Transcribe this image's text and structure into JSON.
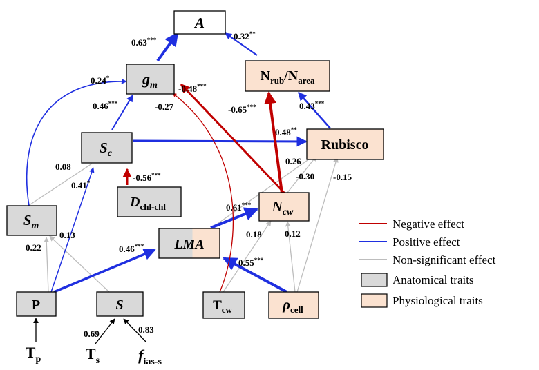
{
  "colors": {
    "negative": "#c00000",
    "positive": "#1f2fe0",
    "nonsig": "#bdbdbd",
    "anatomical_fill": "#d9d9d9",
    "physiological_fill": "#fbe2d0",
    "border": "#000000"
  },
  "nodes": {
    "A": "A",
    "gm": "g",
    "gm_sub": "m",
    "nrub_a": "N",
    "nrub_a_sub": "rub",
    "nrub_slash": "/",
    "nrub_b": "N",
    "nrub_b_sub": "area",
    "sc": "S",
    "sc_sub": "c",
    "rubisco": "Rubisco",
    "dchl": "D",
    "dchl_sub": "chl-chl",
    "sm": "S",
    "sm_sub": "m",
    "ncw": "N",
    "ncw_sub": "cw",
    "lma": "LMA",
    "p": "P",
    "s": "S",
    "tcw": "T",
    "tcw_sub": "cw",
    "rho": "ρ",
    "rho_sub": "cell",
    "tp": "T",
    "tp_sub": "p",
    "ts": "T",
    "ts_sub": "s",
    "fias": "f",
    "fias_sub": "ias-s"
  },
  "coefficients": {
    "gm_A": {
      "v": "0.63",
      "s": "***"
    },
    "nrub_A": {
      "v": "0.32",
      "s": "**"
    },
    "sm_gm": {
      "v": "0.24",
      "s": "*"
    },
    "sc_gm": {
      "v": "0.46",
      "s": "***"
    },
    "tcw_gm": {
      "v": "-0.27",
      "s": ""
    },
    "ncw_gm": {
      "v": "-0.48",
      "s": "***"
    },
    "ncw_nrub": {
      "v": "-0.65",
      "s": "***"
    },
    "rub_nrub": {
      "v": "0.43",
      "s": "***"
    },
    "sc_rub": {
      "v": "0.48",
      "s": "**"
    },
    "dchl_sc": {
      "v": "-0.56",
      "s": "***"
    },
    "sm_sc": {
      "v": "0.08",
      "s": ""
    },
    "p_sc": {
      "v": "0.41",
      "s": "*"
    },
    "lma_rub": {
      "v": "0.26",
      "s": ""
    },
    "ncw_rub": {
      "v": "-0.30",
      "s": ""
    },
    "rho_rub": {
      "v": "-0.15",
      "s": ""
    },
    "lma_ncw": {
      "v": "0.61",
      "s": "***"
    },
    "tcw_ncw": {
      "v": "0.18",
      "s": ""
    },
    "rho_ncw": {
      "v": "0.12",
      "s": ""
    },
    "p_sm": {
      "v": "0.22",
      "s": ""
    },
    "s_sm": {
      "v": "0.13",
      "s": ""
    },
    "p_lma": {
      "v": "0.46",
      "s": "***"
    },
    "rho_lma": {
      "v": "0.55",
      "s": "***"
    },
    "ts_s": {
      "v": "0.69",
      "s": ""
    },
    "fias_s": {
      "v": "0.83",
      "s": ""
    }
  },
  "legend": {
    "negative": "Negative effect",
    "positive": "Positive effect",
    "nonsig": "Non-significant effect",
    "anatomical": "Anatomical traits",
    "physiological": "Physiological traits"
  }
}
